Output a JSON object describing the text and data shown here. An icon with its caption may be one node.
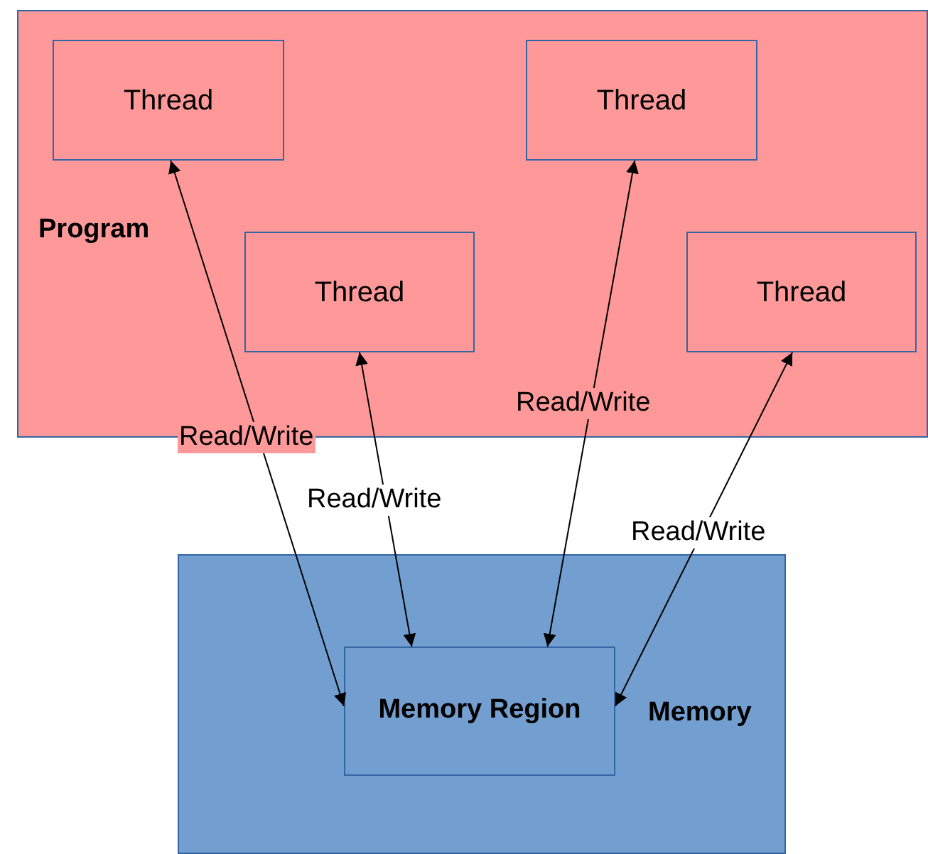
{
  "diagram": {
    "nodes": [
      {
        "text": [
          "Program"
        ]
      },
      {
        "text": [
          "Thread"
        ],
        "in": 0
      },
      {
        "text": [
          "Thread"
        ],
        "in": 0
      },
      {
        "text": [
          "Thread"
        ],
        "in": 0
      },
      {
        "text": [
          "Thread"
        ],
        "in": 0
      },
      {
        "text": [
          "Memory"
        ]
      },
      {
        "text": [
          "Memory Region"
        ],
        "in": 5
      }
    ],
    "edges": [
      {
        "from": 1,
        "to": 6,
        "arrow": "both",
        "label": "Read/Write"
      },
      {
        "from": 3,
        "to": 6,
        "arrow": "both",
        "label": "Read/Write"
      },
      {
        "from": 2,
        "to": 6,
        "arrow": "both",
        "label": "Read/Write"
      },
      {
        "from": 4,
        "to": 6,
        "arrow": "both",
        "label": "Read/Write"
      }
    ]
  }
}
